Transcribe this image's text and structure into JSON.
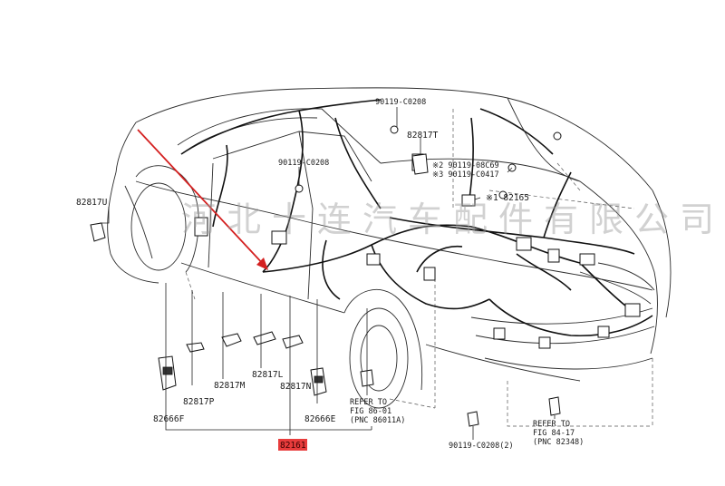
{
  "labels": {
    "p82817U": "82817U",
    "p90119_top": "90119-C0208",
    "p82817T": "82817T",
    "p90119_mid": "90119-C0208",
    "p_note2": "※2 90119-08C69",
    "p_note3": "※3 90119-C0417",
    "p82165": "※1 82165",
    "p82817P": "82817P",
    "p82817M": "82817M",
    "p82817L": "82817L",
    "p82817N": "82817N",
    "p82666F": "82666F",
    "p82666E": "82666E",
    "p82161": "82161",
    "refer1_l1": "REFER TO",
    "refer1_l2": "FIG 86-01",
    "refer1_l3": "(PNC 86011A)",
    "p90119_bot": "90119-C0208(2)",
    "refer2_l1": "REFER TO",
    "refer2_l2": "FIG 84-17",
    "refer2_l3": "(PNC 82348)"
  },
  "watermark": "河北十连汽车配件有限公司",
  "colors": {
    "highlight": "#e83c3c",
    "arrow": "#d42020",
    "ink": "#1a1a1a"
  }
}
